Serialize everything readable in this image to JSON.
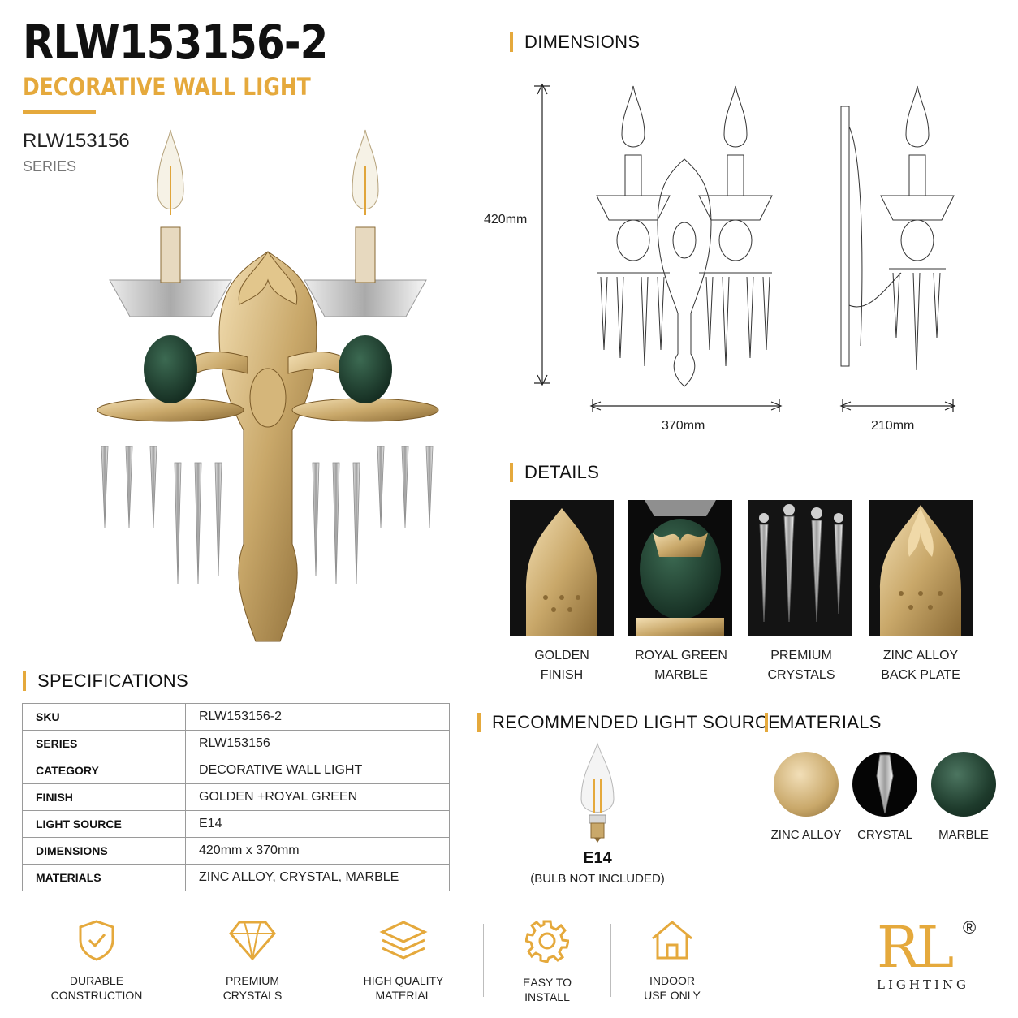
{
  "product": {
    "sku_title": "RLW153156-2",
    "subtitle": "DECORATIVE WALL LIGHT",
    "series_code": "RLW153156",
    "series_label": "SERIES"
  },
  "dimensions": {
    "heading": "DIMENSIONS",
    "height": "420mm",
    "width": "370mm",
    "depth": "210mm"
  },
  "details": {
    "heading": "DETAILS",
    "items": [
      {
        "line1": "GOLDEN",
        "line2": "FINISH"
      },
      {
        "line1": "ROYAL GREEN",
        "line2": "MARBLE"
      },
      {
        "line1": "PREMIUM",
        "line2": "CRYSTALS"
      },
      {
        "line1": "ZINC ALLOY",
        "line2": "BACK PLATE"
      }
    ]
  },
  "specifications": {
    "heading": "SPECIFICATIONS",
    "rows": [
      {
        "key": "SKU",
        "value": "RLW153156-2"
      },
      {
        "key": "SERIES",
        "value": "RLW153156"
      },
      {
        "key": "CATEGORY",
        "value": "DECORATIVE WALL LIGHT"
      },
      {
        "key": "FINISH",
        "value": "GOLDEN +ROYAL GREEN"
      },
      {
        "key": "LIGHT SOURCE",
        "value": "E14"
      },
      {
        "key": "DIMENSIONS",
        "value": "420mm x 370mm"
      },
      {
        "key": "MATERIALS",
        "value": "ZINC ALLOY, CRYSTAL, MARBLE"
      }
    ]
  },
  "light_source": {
    "heading": "RECOMMENDED LIGHT SOURCE",
    "bulb": "E14",
    "note": "(BULB NOT INCLUDED)"
  },
  "materials": {
    "heading": "MATERIALS",
    "items": [
      "ZINC ALLOY",
      "CRYSTAL",
      "MARBLE"
    ]
  },
  "features": [
    {
      "icon": "shield-check-icon",
      "line1": "DURABLE",
      "line2": "CONSTRUCTION"
    },
    {
      "icon": "diamond-icon",
      "line1": "PREMIUM",
      "line2": "CRYSTALS"
    },
    {
      "icon": "layers-icon",
      "line1": "HIGH QUALITY",
      "line2": "MATERIAL"
    },
    {
      "icon": "gear-icon",
      "line1": "EASY TO",
      "line2": "INSTALL"
    },
    {
      "icon": "house-icon",
      "line1": "INDOOR",
      "line2": "USE ONLY"
    }
  ],
  "brand": {
    "logo_text": "RL",
    "registered": "®",
    "tagline": "LIGHTING"
  },
  "colors": {
    "accent": "#e5a93c",
    "gold": "#c9a86a",
    "green": "#1e3b2c"
  }
}
